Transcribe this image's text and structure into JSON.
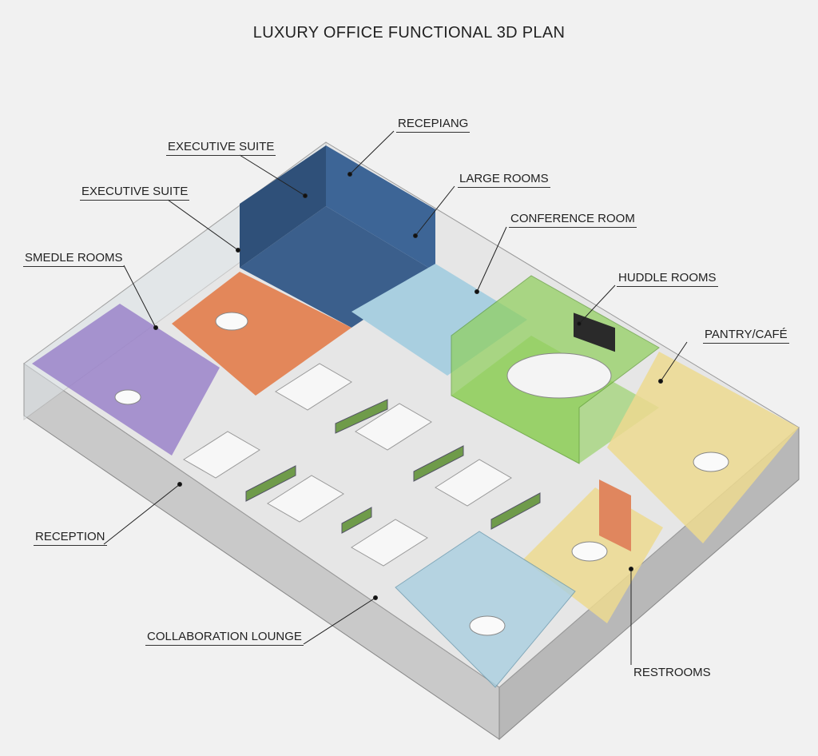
{
  "title": "LUXURY OFFICE FUNCTIONAL 3D PLAN",
  "labels": {
    "receptiang": "RECEPIANG",
    "executive_suite_1": "EXECUTIVE SUITE",
    "executive_suite_2": "EXECUTIVE SUITE",
    "large_rooms": "LARGE ROOMS",
    "conference_room": "CONFERENCE ROOM",
    "smedle_rooms": "SMEDLE ROOMS",
    "huddle_rooms": "HUDDLE ROOMS",
    "pantry_cafe": "PANTRY/CAFÉ",
    "reception": "RECEPTION",
    "collaboration_lounge": "COLLABORATION LOUNGE",
    "restrooms": "RESTROOMS"
  },
  "colors": {
    "executive": "#3b5f8c",
    "lounge_orange": "#e3875a",
    "smedle_purple": "#9a82c9",
    "large_rooms_blue": "#a9cfe0",
    "conference_green": "#8fcf5a",
    "pantry_yellow": "#ecd98f",
    "restroom_orange": "#e0865e",
    "floor": "#e4e4e4",
    "slab": "#cfcfcf"
  }
}
